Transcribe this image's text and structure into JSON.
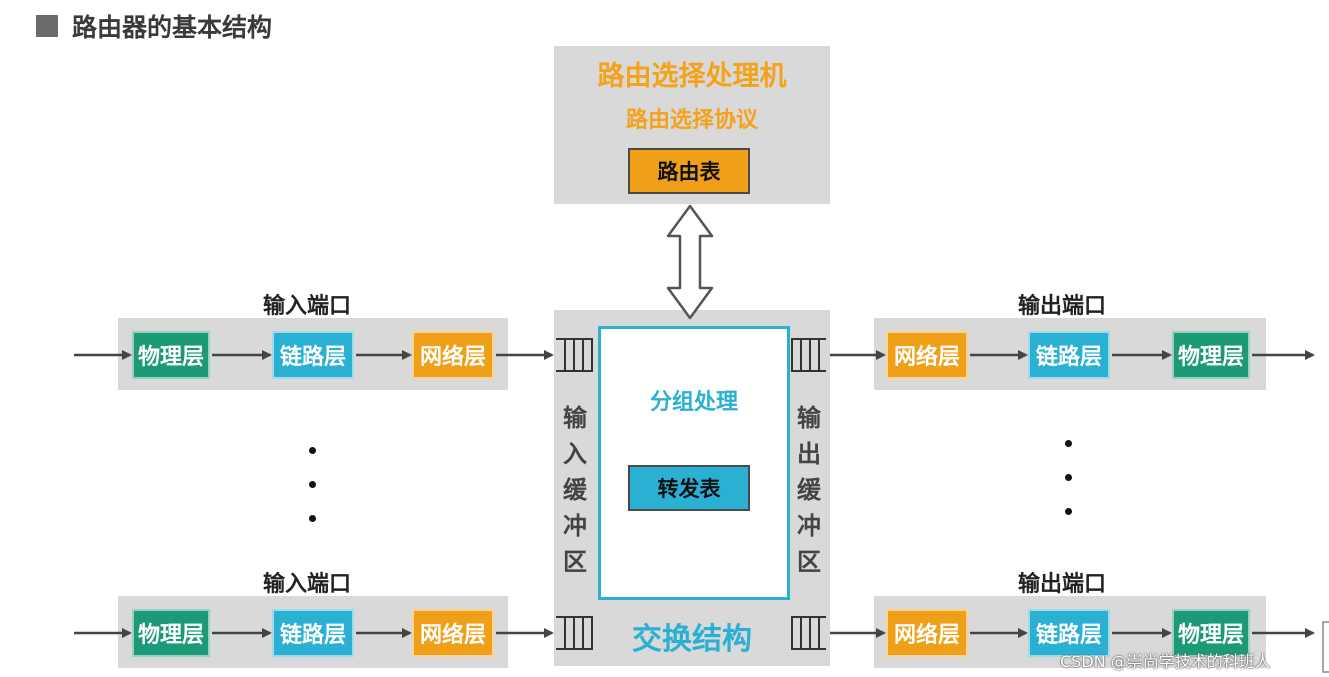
{
  "heading": "路由器的基本结构",
  "routing_processor": {
    "title": "路由选择处理机",
    "protocol": "路由选择协议",
    "table": "路由表"
  },
  "switch_fabric": {
    "label": "交换结构",
    "processing": "分组处理",
    "forwarding_table": "转发表",
    "input_buffer": [
      "输",
      "入",
      "缓",
      "冲",
      "区"
    ],
    "output_buffer": [
      "输",
      "出",
      "缓",
      "冲",
      "区"
    ]
  },
  "input_ports": [
    {
      "label": "输入端口",
      "layers": [
        "物理层",
        "链路层",
        "网络层"
      ]
    },
    {
      "label": "输入端口",
      "layers": [
        "物理层",
        "链路层",
        "网络层"
      ]
    }
  ],
  "output_ports": [
    {
      "label": "输出端口",
      "layers": [
        "网络层",
        "链路层",
        "物理层"
      ]
    },
    {
      "label": "输出端口",
      "layers": [
        "网络层",
        "链路层",
        "物理层"
      ]
    }
  ],
  "watermark": "CSDN @崇尚学技术的科班人",
  "colors": {
    "physical": "#1c9a78",
    "link": "#2ab0d2",
    "network": "#f0a018",
    "panel": "#d9d9d9",
    "title_accent": "#f4a21a",
    "switch_accent": "#2ab0d2"
  }
}
